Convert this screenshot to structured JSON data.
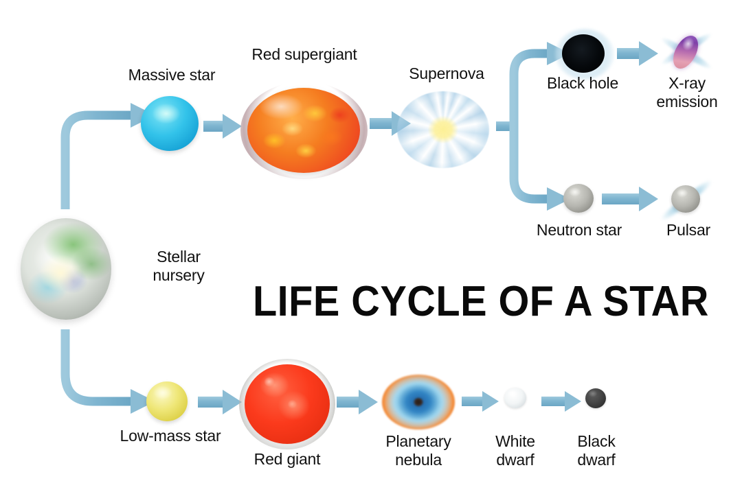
{
  "title": "LIFE CYCLE OF A STAR",
  "diagram": {
    "type": "flowchart",
    "subject": "stellar evolution",
    "background_color": "#ffffff",
    "arrow_color": "#7fb5d0",
    "label_color": "#111111"
  },
  "nodes": [
    {
      "id": "stellar-nursery",
      "label": "Stellar\nnursery",
      "colors": [
        "#8fbf7a",
        "#cfe0c0",
        "#a8cfe0",
        "#e8e0b0",
        "#9aa8cf",
        "#ffffff"
      ],
      "shape": "swirl-nebula"
    },
    {
      "id": "massive-star",
      "label": "Massive star",
      "colors": [
        "#2cc0e8",
        "#8eeaf2",
        "#1b9fd0"
      ],
      "shape": "sphere"
    },
    {
      "id": "red-supergiant",
      "label": "Red supergiant",
      "colors": [
        "#f26a1b",
        "#ffc02e",
        "#ef3b23",
        "#f6d9a0",
        "#b9a8ad"
      ],
      "shape": "mottled-sphere-with-halo"
    },
    {
      "id": "supernova",
      "label": "Supernova",
      "colors": [
        "#fdf3a6",
        "#ffffff",
        "#bcd8ec",
        "#8fb9d8"
      ],
      "shape": "burst"
    },
    {
      "id": "black-hole",
      "label": "Black hole",
      "colors": [
        "#000000",
        "#cfe2ee",
        "#ffffff"
      ],
      "shape": "black-disc-with-glow"
    },
    {
      "id": "x-ray-emission",
      "label": "X-ray\nemission",
      "colors": [
        "#7e3fa8",
        "#c86ea8",
        "#e8a8b8",
        "#aed6e8"
      ],
      "shape": "tilted-ellipse-with-jets"
    },
    {
      "id": "neutron-star",
      "label": "Neutron star",
      "colors": [
        "#b9b9b4",
        "#8f8f8a",
        "#e0e0dc"
      ],
      "shape": "sphere"
    },
    {
      "id": "pulsar",
      "label": "Pulsar",
      "colors": [
        "#b9b9b4",
        "#8f8f8a",
        "#aed6e8"
      ],
      "shape": "sphere-with-beams"
    },
    {
      "id": "low-mass-star",
      "label": "Low-mass star",
      "colors": [
        "#f0e87a",
        "#fbf7c8",
        "#e0d44a"
      ],
      "shape": "sphere"
    },
    {
      "id": "red-giant",
      "label": "Red giant",
      "colors": [
        "#f83a1e",
        "#ff7a5a",
        "#b9b9b4"
      ],
      "shape": "sphere-with-blobs-and-halo"
    },
    {
      "id": "planetary-nebula",
      "label": "Planetary\nnebula",
      "colors": [
        "#f07818",
        "#e03a20",
        "#2a7ec0",
        "#3fa8d8",
        "#2a2a2a"
      ],
      "shape": "ring-nebula"
    },
    {
      "id": "white-dwarf",
      "label": "White\ndwarf",
      "colors": [
        "#ffffff",
        "#e4e8ea",
        "#c8cdd0"
      ],
      "shape": "sphere"
    },
    {
      "id": "black-dwarf",
      "label": "Black\ndwarf",
      "colors": [
        "#4a4a4a",
        "#2a2a2a",
        "#6a6a6a"
      ],
      "shape": "sphere"
    }
  ],
  "edges": [
    {
      "from": "stellar-nursery",
      "to": "massive-star",
      "style": "curved-up"
    },
    {
      "from": "massive-star",
      "to": "red-supergiant",
      "style": "straight"
    },
    {
      "from": "red-supergiant",
      "to": "supernova",
      "style": "straight"
    },
    {
      "from": "supernova",
      "to": "black-hole",
      "style": "branch-up"
    },
    {
      "from": "supernova",
      "to": "neutron-star",
      "style": "branch-down"
    },
    {
      "from": "black-hole",
      "to": "x-ray-emission",
      "style": "straight"
    },
    {
      "from": "neutron-star",
      "to": "pulsar",
      "style": "straight"
    },
    {
      "from": "stellar-nursery",
      "to": "low-mass-star",
      "style": "curved-down"
    },
    {
      "from": "low-mass-star",
      "to": "red-giant",
      "style": "straight"
    },
    {
      "from": "red-giant",
      "to": "planetary-nebula",
      "style": "straight"
    },
    {
      "from": "planetary-nebula",
      "to": "white-dwarf",
      "style": "straight"
    },
    {
      "from": "white-dwarf",
      "to": "black-dwarf",
      "style": "straight"
    }
  ]
}
